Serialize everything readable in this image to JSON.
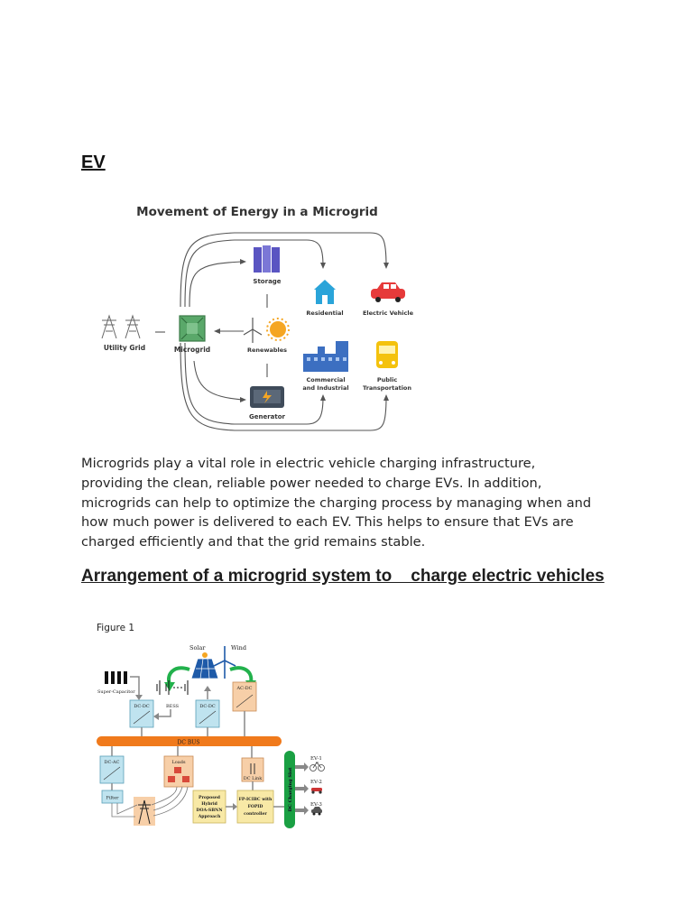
{
  "section1": {
    "heading": "EV"
  },
  "figure_energy": {
    "title": "Movement of Energy in a Microgrid",
    "labels": {
      "storage": "Storage",
      "residential": "Residential",
      "electric_vehicle": "Electric Vehicle",
      "utility_grid": "Utility Grid",
      "microgrid": "Microgrid",
      "renewables": "Renewables",
      "commercial_line1": "Commercial",
      "commercial_line2": "and Industrial",
      "public_line1": "Public",
      "public_line2": "Transportation",
      "generator": "Generator"
    },
    "colors": {
      "storage": "#5a55c2",
      "residential": "#2aa4d9",
      "electric_vehicle": "#e63a3a",
      "microgrid": "#5aa86a",
      "renewables": "#f5a623",
      "commercial": "#3c6fc1",
      "public": "#f4c20d",
      "generator": "#3f4b5a"
    }
  },
  "paragraph": "Microgrids play a vital role in electric vehicle charging infrastructure, providing the clean, reliable power needed to charge EVs. In addition, microgrids can help to optimize the charging process by managing when and how much power is delivered to each EV. This helps to ensure that EVs are charged efficiently and that the grid remains stable.",
  "section2": {
    "heading": "Arrangement of a microgrid system to    charge electric vehicles"
  },
  "figure1": {
    "caption": "Figure 1",
    "labels": {
      "solar": "Solar",
      "wind": "Wind",
      "super_capacitor": "Super-Capacitor",
      "bess": "BESS",
      "dcdc1": "DC-DC",
      "dcdc2": "DC-DC",
      "acdc": "AC-DC",
      "dc_bus": "DC BUS",
      "dcac": "DC-AC",
      "loads": "Loads",
      "dc_link": "DC Link",
      "filter": "Filter",
      "proposed_line1": "Proposed",
      "proposed_line2": "Hybrid",
      "proposed_line3": "DOA-SBNN",
      "proposed_line4": "Approach",
      "fp_line1": "FP-ICIBC with",
      "fp_line2": "FOPID",
      "fp_line3": "controller",
      "charging_bar": "DC Charging Slot",
      "ev1": "EV-1",
      "ev2": "EV-2",
      "ev3": "EV-3"
    },
    "colors": {
      "dc_bus": "#f07a1c",
      "converter": "#bfe3ef",
      "acdc": "#f7cfa8",
      "loads": "#f7cfa8",
      "controller": "#f8e9a6",
      "charging": "#1aa043",
      "arrow_green": "#22b14c"
    }
  }
}
